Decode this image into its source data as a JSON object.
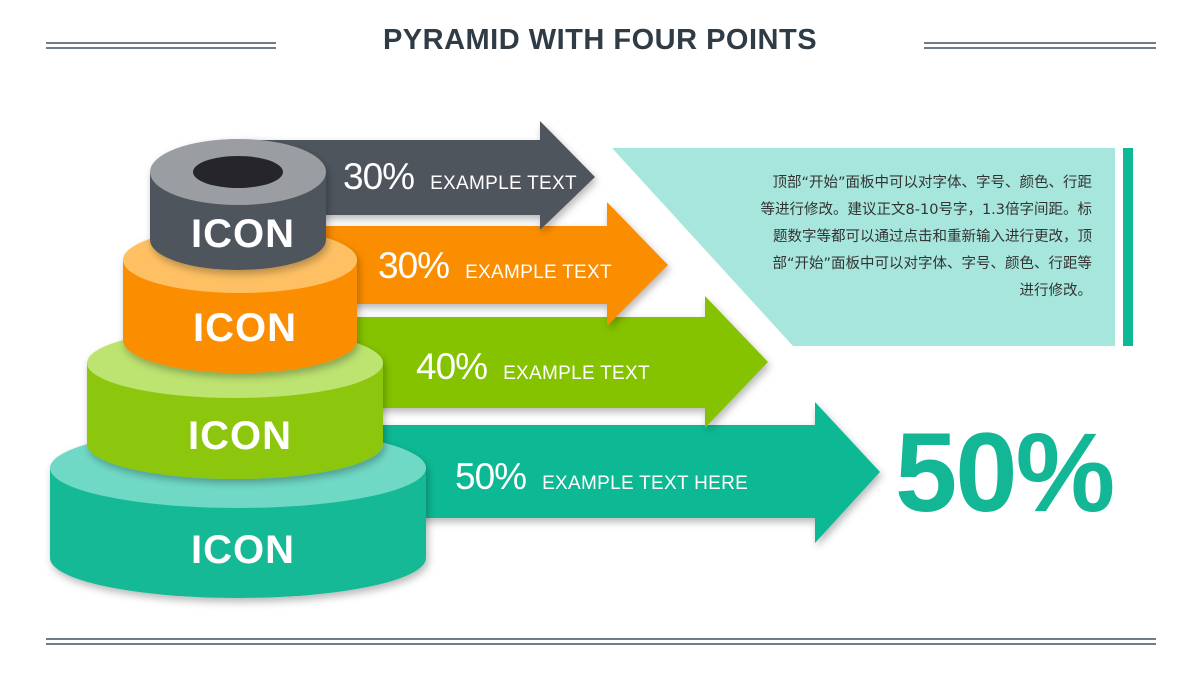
{
  "title": "PYRAMID WITH FOUR POINTS",
  "colors": {
    "gray": "#4f555d",
    "orange": "#fb8d06",
    "green": "#85c306",
    "teal": "#0fb894",
    "panel": "#a7e6dc",
    "title": "#2f3b45"
  },
  "tiers": [
    {
      "icon_label": "ICON",
      "percent": "30%",
      "text": "EXAMPLE TEXT"
    },
    {
      "icon_label": "ICON",
      "percent": "30%",
      "text": "EXAMPLE TEXT"
    },
    {
      "icon_label": "ICON",
      "percent": "40%",
      "text": "EXAMPLE TEXT"
    },
    {
      "icon_label": "ICON",
      "percent": "50%",
      "text": "EXAMPLE TEXT HERE"
    }
  ],
  "description": "顶部“开始”面板中可以对字体、字号、颜色、行距等进行修改。建议正文8-10号字，1.3倍字间距。标题数字等都可以通过点击和重新输入进行更改，顶部“开始”面板中可以对字体、字号、颜色、行距等进行修改。",
  "highlight_value": "50%"
}
